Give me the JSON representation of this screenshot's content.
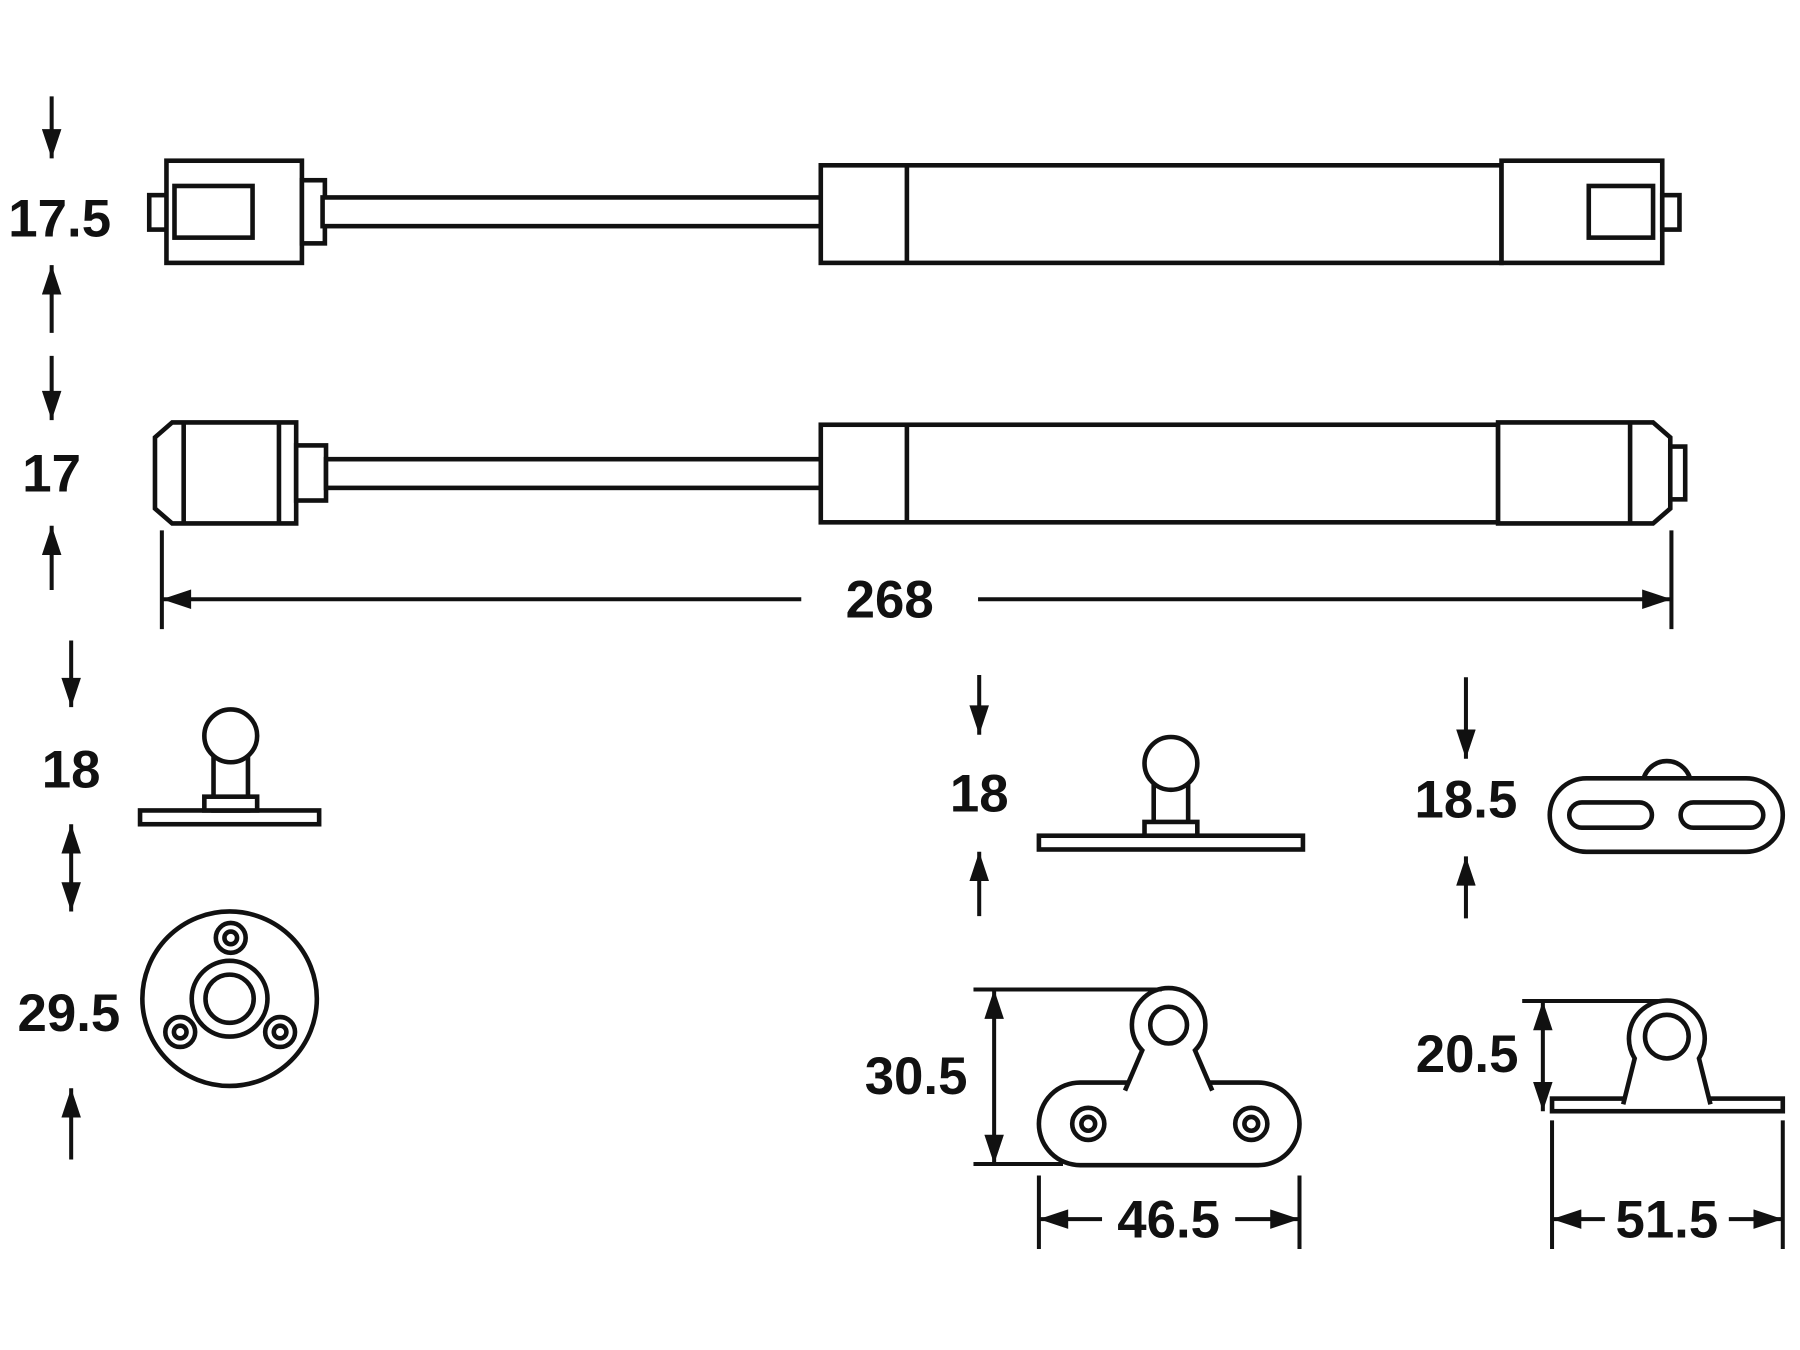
{
  "palette": {
    "background": "#ffffff",
    "ink": "#111111"
  },
  "dim_labels": {
    "strut1_height": "17.5",
    "strut2_height": "17",
    "overall_length": "268",
    "ball_stud_left_height": "18",
    "flange_diameter": "29.5",
    "ball_stud_mid_height": "18",
    "lug_bracket_height": "30.5",
    "lug_bracket_width": "46.5",
    "slot_plate_height": "18.5",
    "eye_bracket_height": "20.5",
    "eye_bracket_width": "51.5"
  }
}
